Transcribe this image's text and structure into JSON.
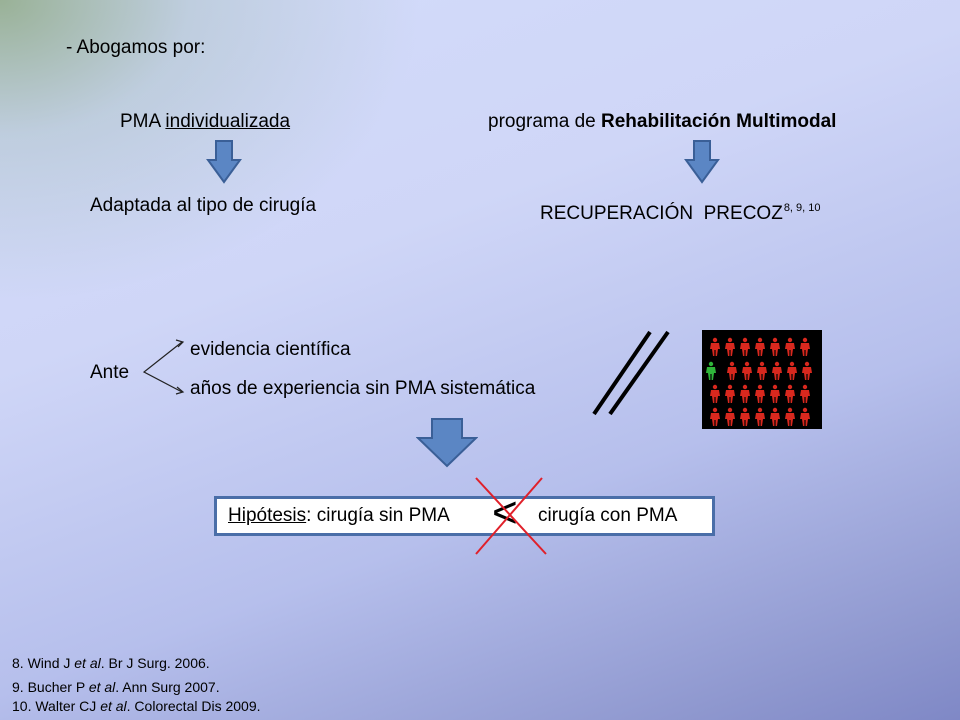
{
  "intro": "- Abogamos por:",
  "left": {
    "prefix": "PMA ",
    "underlined": "individualizada",
    "result": "Adaptada al tipo de cirugía"
  },
  "right": {
    "prefix": "programa de ",
    "bold": "Rehabilitación Multimodal",
    "result": "RECUPERACIÓN  PRECOZ",
    "result_sup": "8, 9, 10"
  },
  "ante": {
    "label": "Ante",
    "items": [
      "evidencia científica",
      "años de experiencia sin PMA sistemática"
    ]
  },
  "hypothesis": {
    "label": "Hipótesis",
    "colon": ":",
    "left": " cirugía sin PMA",
    "symbol": "<",
    "right": "cirugía con PMA"
  },
  "references": [
    {
      "num": "8. ",
      "author": "Wind J ",
      "etal": "et al",
      "rest": ". Br J Surg. 2006."
    },
    {
      "num": "9. ",
      "author": "Bucher P ",
      "etal": "et al",
      "rest": ". Ann Surg 2007."
    },
    {
      "num": "10. ",
      "author": "Walter CJ ",
      "etal": "et al",
      "rest": ". Colorectal Dis 2009."
    }
  ],
  "colors": {
    "arrow_fill": "#5b86c4",
    "arrow_stroke": "#3a5f97",
    "box_border": "#4a6ea8",
    "cross": "#e0202a",
    "figure_red": "#d8281e",
    "figure_green": "#2fb53a"
  },
  "icons": [
    "down-arrow-icon",
    "branch-chevron-icon",
    "parallel-lines-icon",
    "crowd-icon",
    "cross-icon"
  ]
}
